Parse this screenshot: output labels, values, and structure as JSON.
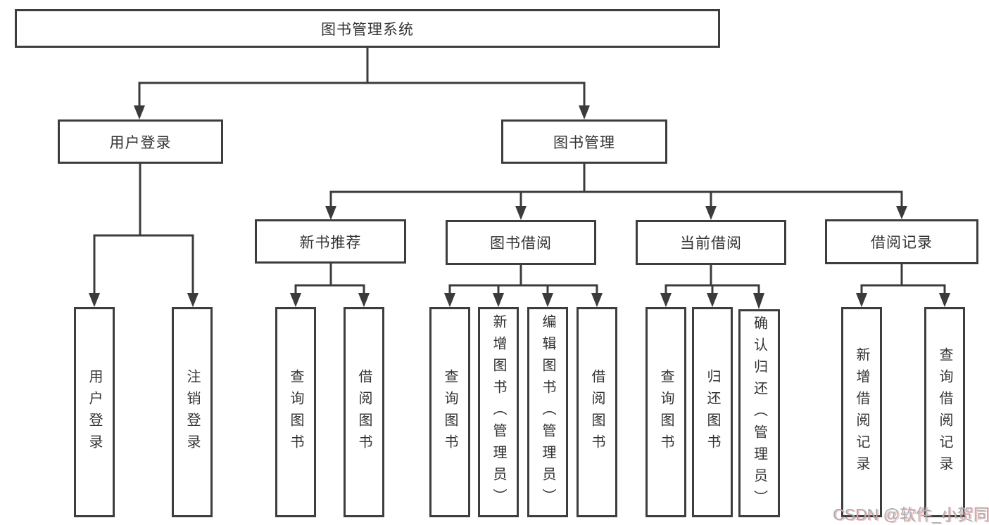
{
  "tree": {
    "root": {
      "label": "图书管理系统"
    },
    "children": [
      {
        "label": "用户登录",
        "children": [
          {
            "label": "用户登录"
          },
          {
            "label": "注销登录"
          }
        ]
      },
      {
        "label": "图书管理",
        "children": [
          {
            "label": "新书推荐",
            "children": [
              {
                "label": "查询图书"
              },
              {
                "label": "借阅图书"
              }
            ]
          },
          {
            "label": "图书借阅",
            "children": [
              {
                "label": "查询图书"
              },
              {
                "label": "新增图书（管理员）"
              },
              {
                "label": "编辑图书（管理员）"
              },
              {
                "label": "借阅图书"
              }
            ]
          },
          {
            "label": "当前借阅",
            "children": [
              {
                "label": "查询图书"
              },
              {
                "label": "归还图书"
              },
              {
                "label": "确认归还（管理员）"
              }
            ]
          },
          {
            "label": "借阅记录",
            "children": [
              {
                "label": "新增借阅记录"
              },
              {
                "label": "查询借阅记录"
              }
            ]
          }
        ]
      }
    ]
  },
  "watermark": {
    "text": "CSDN @软件_小贺同学"
  },
  "colors": {
    "line": "#3b3b3b",
    "box_border": "#3d3d3d",
    "text": "#333333",
    "background": "#ffffff",
    "watermark_gray": "#a9aeb4",
    "watermark_shadow": "#e06464"
  }
}
